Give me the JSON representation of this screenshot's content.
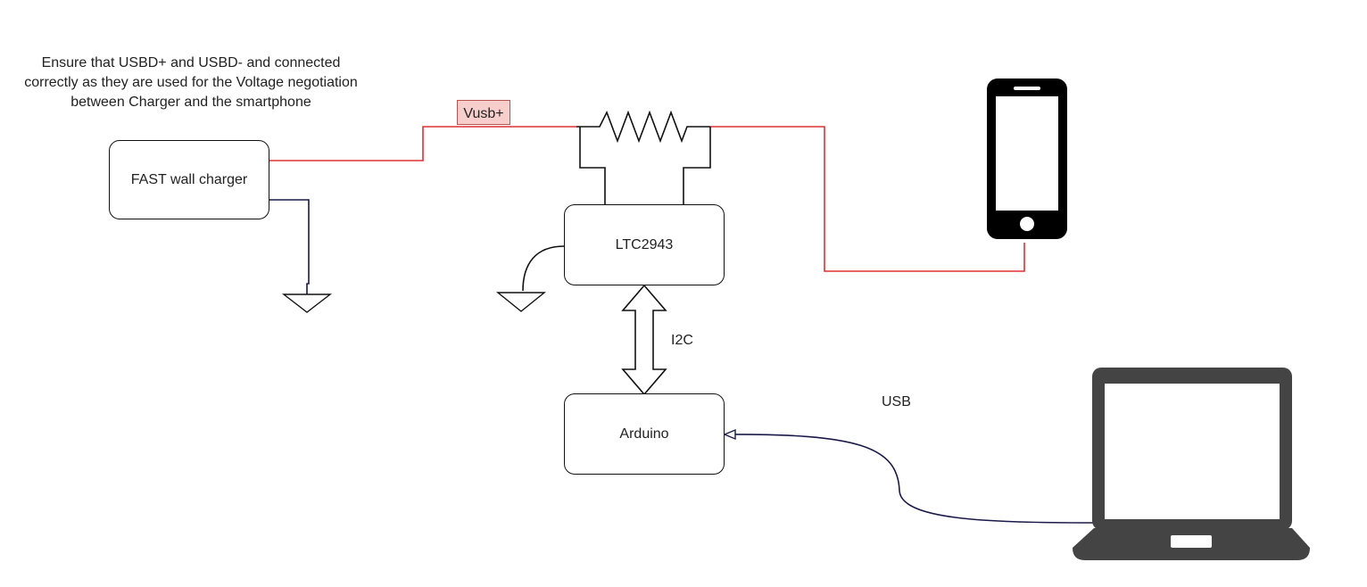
{
  "note": {
    "line1": "Ensure that USBD+ and USBD- and connected",
    "line2": "correctly as they are used for the Voltage negotiation",
    "line3": "between Charger and the smartphone"
  },
  "charger": {
    "label": "FAST wall charger"
  },
  "ltc": {
    "label": "LTC2943"
  },
  "arduino": {
    "label": "Arduino"
  },
  "vusb": {
    "label": "Vusb+"
  },
  "i2c": {
    "label": "I2C"
  },
  "usb": {
    "label": "USB"
  },
  "colors": {
    "power_wire": "#e03030",
    "ground_wire": "#1a1a4a",
    "vusb_fill": "#f8cecc",
    "device": "#000000",
    "laptop": "#444444"
  },
  "icons": [
    "resistor-icon",
    "ground-icon",
    "smartphone-icon",
    "laptop-icon",
    "bidirectional-arrow-icon"
  ]
}
